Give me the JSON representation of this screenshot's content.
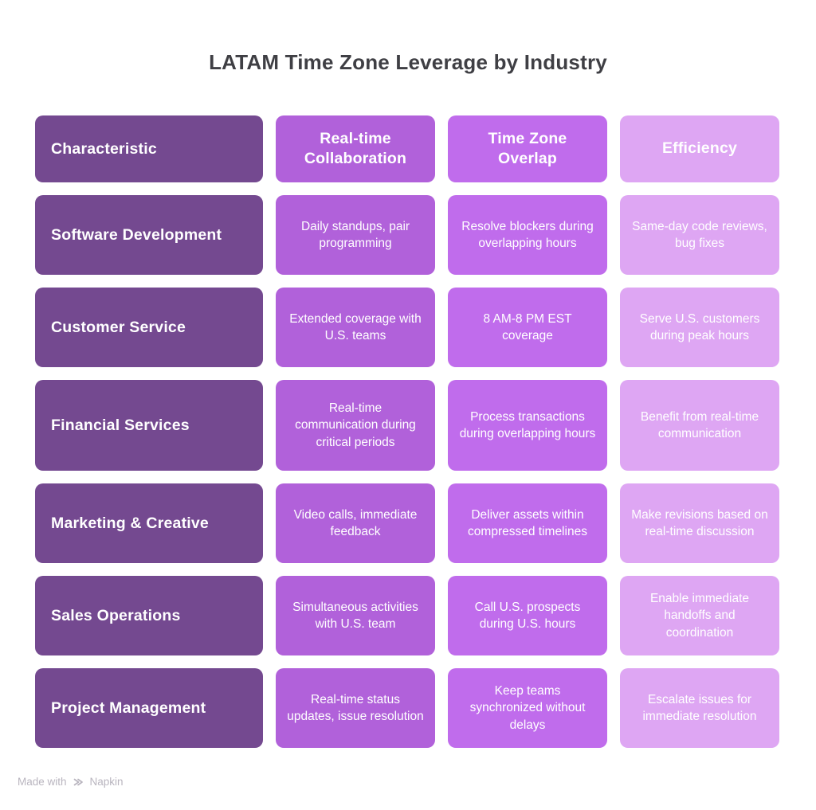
{
  "title": "LATAM Time Zone Leverage by Industry",
  "colors": {
    "characteristic_column": "#744990",
    "realtime_column": "#b161da",
    "overlap_column": "#c06cec",
    "efficiency_column": "#dea6f3",
    "title_text": "#3f3f44",
    "cell_text": "#ffffff",
    "footer_text": "#b9b5bf"
  },
  "table": {
    "headers": [
      "Characteristic",
      "Real-time Collaboration",
      "Time Zone Overlap",
      "Efficiency"
    ],
    "rows": [
      {
        "label": "Software Development",
        "cells": [
          "Daily standups, pair programming",
          "Resolve blockers during overlapping hours",
          "Same-day code reviews, bug fixes"
        ]
      },
      {
        "label": "Customer Service",
        "cells": [
          "Extended coverage with U.S. teams",
          "8 AM-8 PM EST coverage",
          "Serve U.S. customers during peak hours"
        ]
      },
      {
        "label": "Financial Services",
        "cells": [
          "Real-time communication during critical periods",
          "Process transactions during overlapping hours",
          "Benefit from real-time communication"
        ]
      },
      {
        "label": "Marketing & Creative",
        "cells": [
          "Video calls, immediate feedback",
          "Deliver assets within compressed timelines",
          "Make revisions based on real-time discussion"
        ]
      },
      {
        "label": "Sales Operations",
        "cells": [
          "Simultaneous activities with U.S. team",
          "Call U.S. prospects during U.S. hours",
          "Enable immediate handoffs and coordination"
        ]
      },
      {
        "label": "Project Management",
        "cells": [
          "Real-time status updates, issue resolution",
          "Keep teams synchronized without delays",
          "Escalate issues for immediate resolution"
        ]
      }
    ]
  },
  "footer": {
    "made_with": "Made with",
    "brand": "Napkin"
  }
}
